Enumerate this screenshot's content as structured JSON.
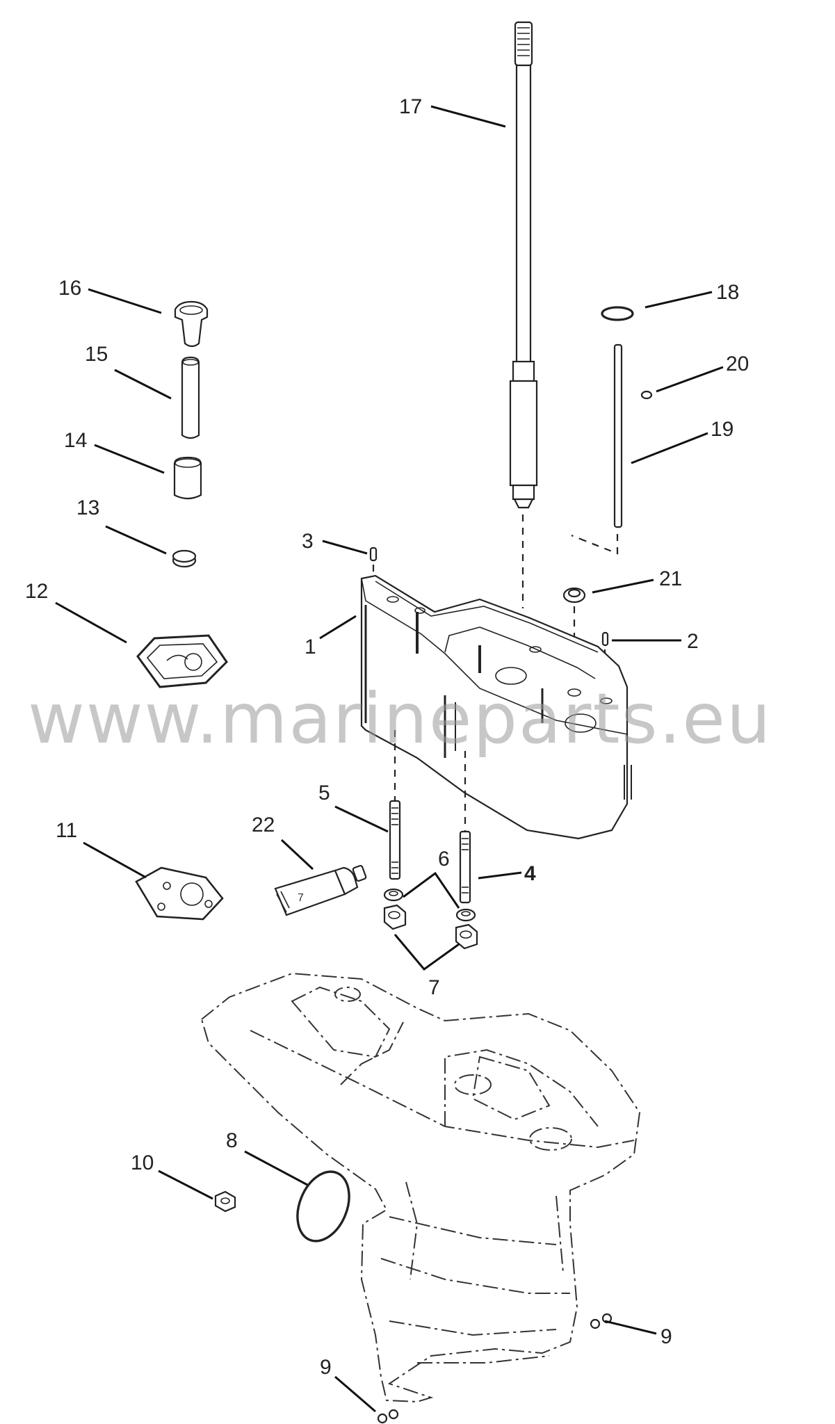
{
  "watermark": "www.marineparts.eu",
  "callouts": {
    "c1": "1",
    "c2": "2",
    "c3": "3",
    "c4": "4",
    "c5": "5",
    "c6": "6",
    "c7": "7",
    "c8": "8",
    "c9a": "9",
    "c9b": "9",
    "c10": "10",
    "c11": "11",
    "c12": "12",
    "c13": "13",
    "c14": "14",
    "c15": "15",
    "c16": "16",
    "c17": "17",
    "c18": "18",
    "c19": "19",
    "c20": "20",
    "c21": "21",
    "c22": "22"
  }
}
